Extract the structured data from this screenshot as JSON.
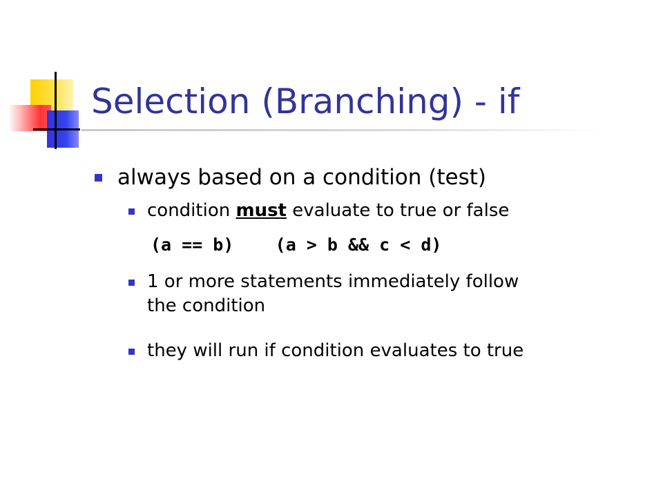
{
  "slide": {
    "title": "Selection (Branching) - if",
    "accent_color": "#333399",
    "bullet_color": "#3333cc",
    "bullets": [
      {
        "level": 1,
        "text": "always based on a condition (test)"
      },
      {
        "level": 2,
        "text_before": "condition ",
        "emphasis": "must",
        "text_after": " evaluate to true or false"
      },
      {
        "level": "code",
        "code_a": "(a == b)",
        "code_b": "(a > b && c < d)"
      },
      {
        "level": 2,
        "line1": "1 or more statements immediately follow",
        "line2": "the condition"
      },
      {
        "level": 2,
        "text": "they will run if condition evaluates to true"
      }
    ]
  }
}
